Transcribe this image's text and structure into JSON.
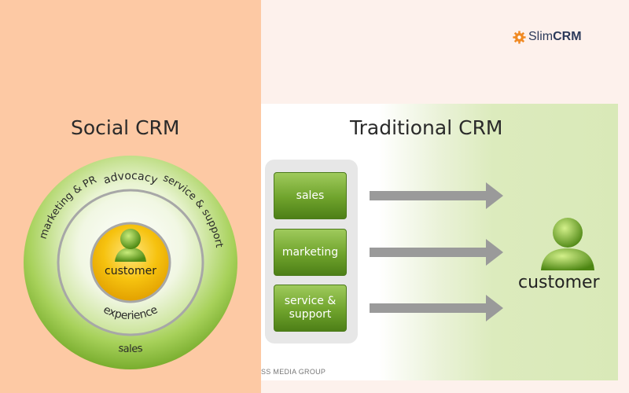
{
  "logo": {
    "prefix": "Slim",
    "suffix": "CRM"
  },
  "social_crm": {
    "title": "Social CRM",
    "outer_labels": [
      "marketing & PR",
      "service & support",
      "sales"
    ],
    "inner_labels": [
      "advocacy",
      "experience"
    ],
    "center_label": "customer"
  },
  "traditional_crm": {
    "title": "Traditional CRM",
    "channels": [
      "sales",
      "marketing",
      "service &\nsupport"
    ],
    "customer_label": "customer"
  },
  "watermark": "SS MEDIA GROUP",
  "colors": {
    "left_bg": "#fdc9a4",
    "page_bg": "#fdf1ec",
    "green": "#6fa32c",
    "center_yellow": "#f2b705",
    "arrow_gray": "#9a9a9a"
  }
}
